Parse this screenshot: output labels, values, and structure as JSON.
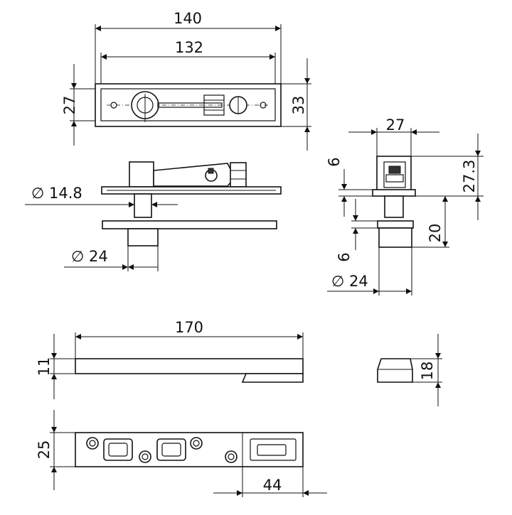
{
  "dimensions": {
    "top_width_overall": "140",
    "top_width_inner": "132",
    "top_height_left": "27",
    "top_height_right": "33",
    "shaft_diameter": "∅ 14.8",
    "boss_diameter": "∅ 24",
    "side_width": "27",
    "side_total_height": "27.3",
    "side_gap_upper": "6",
    "side_gap_lower": "6",
    "side_boss_height": "20",
    "side_boss_diameter": "∅ 24",
    "strike_length": "170",
    "strike_thickness": "11",
    "cap_height": "18",
    "strike_width": "25",
    "strike_pocket_length": "44"
  }
}
